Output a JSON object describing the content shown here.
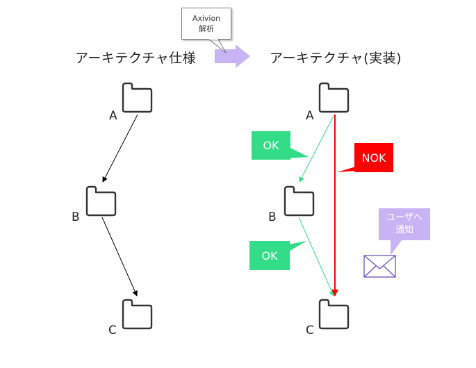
{
  "tooltip": {
    "line1": "Axivion",
    "line2": "解析"
  },
  "left": {
    "title": "アーキテクチャ仕様",
    "nodes": [
      {
        "label": "A"
      },
      {
        "label": "B"
      },
      {
        "label": "C"
      }
    ]
  },
  "right": {
    "title": "アーキテクチャ(実装)",
    "nodes": [
      {
        "label": "A"
      },
      {
        "label": "B"
      },
      {
        "label": "C"
      }
    ]
  },
  "callouts": {
    "ok_top": "OK",
    "ok_bottom": "OK",
    "nok": "NOK",
    "notify_line1": "ユーザへ",
    "notify_line2": "通知"
  },
  "colors": {
    "ok": "#33dd88",
    "nok": "#ff0000",
    "notify": "#c8b4f4",
    "arrow": "#c8b4f4",
    "envelope": "#6a50c0"
  }
}
